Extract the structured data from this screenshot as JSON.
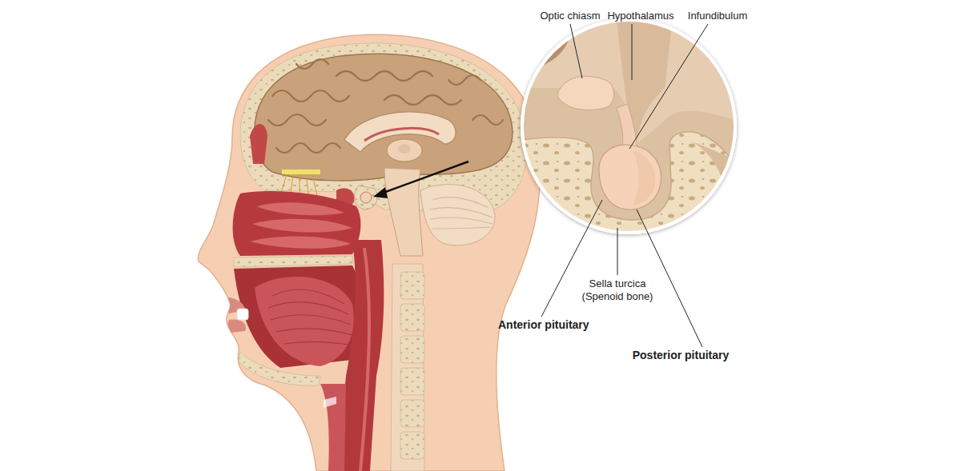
{
  "diagram": {
    "labels": [
      "Optic chiasm",
      "Hypothalamus",
      "Infundibulum",
      "Sella turcica (Spenoid bone)",
      "Anterior pituitary",
      "Posterior pituitary"
    ]
  }
}
